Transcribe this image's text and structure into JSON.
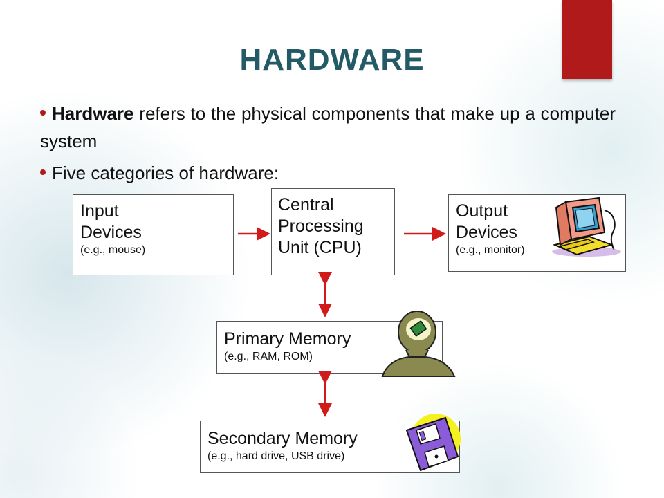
{
  "title": "HARDWARE",
  "bullets": {
    "b1_bold": "Hardware",
    "b1_rest": " refers to the physical components that make up a computer system",
    "b2": "Five categories of hardware:"
  },
  "boxes": {
    "input": {
      "line1": "Input",
      "line2": "Devices",
      "example": "(e.g., mouse)"
    },
    "cpu": {
      "line1": "Central",
      "line2": "Processing",
      "line3": "Unit (CPU)"
    },
    "output": {
      "line1": "Output",
      "line2": "Devices",
      "example": "(e.g., monitor)"
    },
    "primary": {
      "label": "Primary Memory",
      "example": "(e.g., RAM, ROM)"
    },
    "secondary": {
      "label": "Secondary Memory",
      "example": "(e.g., hard drive, USB drive)"
    }
  },
  "colors": {
    "accent": "#b01a1a",
    "title": "#245a66",
    "arrow": "#d11a1a"
  },
  "icons": [
    "monitor-icon",
    "head-chip-icon",
    "floppy-disk-icon"
  ]
}
